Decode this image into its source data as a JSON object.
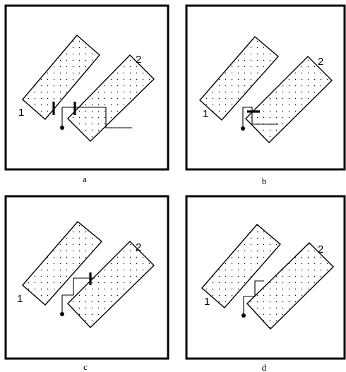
{
  "panels": [
    {
      "caption": "a",
      "label_left": "1",
      "label_right": "2"
    },
    {
      "caption": "b",
      "label_left": "1",
      "label_right": "2"
    },
    {
      "caption": "c",
      "label_left": "1",
      "label_right": "2"
    },
    {
      "caption": "d",
      "label_left": "1",
      "label_right": "2"
    }
  ]
}
